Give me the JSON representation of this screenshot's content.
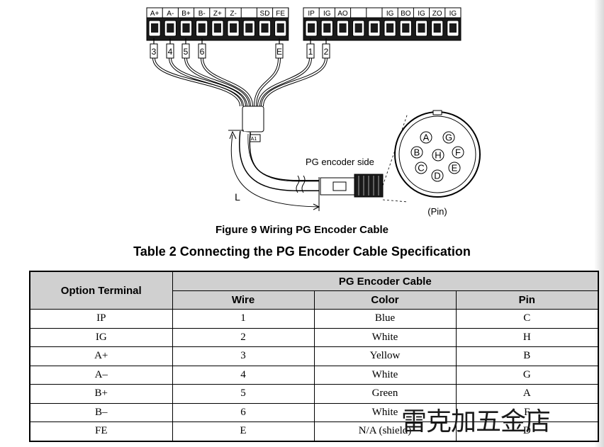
{
  "figure": {
    "left_terminals": [
      "A+",
      "A-",
      "B+",
      "B-",
      "Z+",
      "Z-",
      "",
      "SD",
      "FE"
    ],
    "right_terminals": [
      "IP",
      "IG",
      "AO",
      "",
      "",
      "IG",
      "BO",
      "IG",
      "ZO",
      "IG"
    ],
    "wire_tags": [
      {
        "label": "3"
      },
      {
        "label": "4"
      },
      {
        "label": "5"
      },
      {
        "label": "6"
      },
      {
        "label": "E"
      },
      {
        "label": "1"
      },
      {
        "label": "2"
      }
    ],
    "cable_tag": "TA1",
    "encoder_side_label": "PG encoder side",
    "length_label": "L",
    "pin_caption": "(Pin)",
    "connector_pins": [
      "A",
      "G",
      "B",
      "H",
      "F",
      "C",
      "E",
      "D"
    ],
    "caption": "Figure 9  Wiring PG Encoder Cable"
  },
  "table": {
    "title": "Table 2  Connecting the PG Encoder Cable Specification",
    "header_option": "Option Terminal",
    "header_group": "PG Encoder Cable",
    "columns": [
      "Wire",
      "Color",
      "Pin"
    ],
    "rows": [
      [
        "IP",
        "1",
        "Blue",
        "C"
      ],
      [
        "IG",
        "2",
        "White",
        "H"
      ],
      [
        "A+",
        "3",
        "Yellow",
        "B"
      ],
      [
        "A–",
        "4",
        "White",
        "G"
      ],
      [
        "B+",
        "5",
        "Green",
        "A"
      ],
      [
        "B–",
        "6",
        "White",
        "F"
      ],
      [
        "FE",
        "E",
        "N/A (shield)",
        "D"
      ]
    ]
  },
  "watermark": "雷克加五金店"
}
